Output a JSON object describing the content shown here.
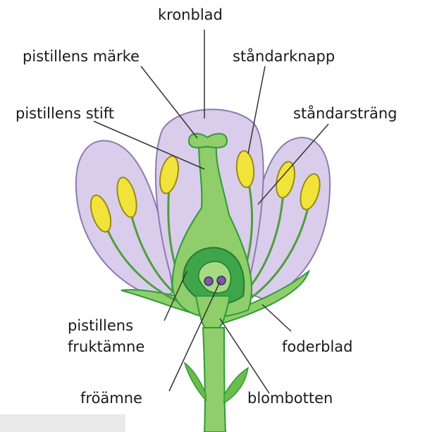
{
  "labels": {
    "kronblad": "kronblad",
    "pistillens_marke": "pistillens märke",
    "standarknapp": "ståndarknapp",
    "pistillens_stift": "pistillens stift",
    "standarstrang": "ståndarsträng",
    "pistillens_fruktamne_line1": "pistillens",
    "pistillens_fruktamne_line2": "fruktämne",
    "foderblad": "foderblad",
    "froamne": "fröämne",
    "blombotten": "blombotten"
  },
  "colors": {
    "petal_fill": "#d9cdeb",
    "petal_stroke": "#8b7bb0",
    "green_light": "#8fce6a",
    "green_mid": "#6cbc4a",
    "green_dark": "#2f9a3a",
    "anther": "#f2e33a",
    "ovule": "#7a5aa8",
    "leader_line": "#333333"
  }
}
